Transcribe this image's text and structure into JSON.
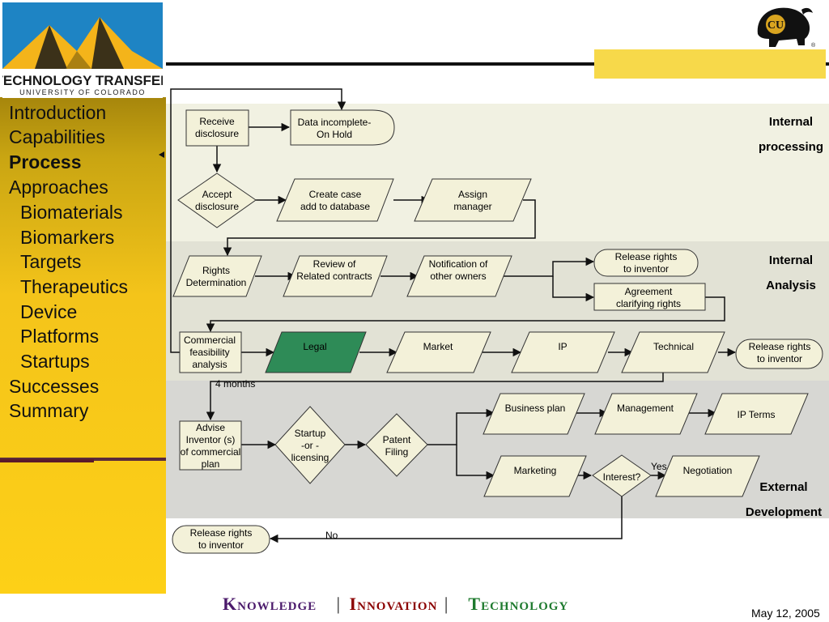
{
  "brand": {
    "logo_line1": "TECHNOLOGY TRANSFER",
    "logo_line2": "UNIVERSITY OF COLORADO",
    "emblem_text": "CU"
  },
  "nav": {
    "items": [
      {
        "label": "Introduction",
        "level": 0,
        "active": false
      },
      {
        "label": "Capabilities",
        "level": 0,
        "active": false
      },
      {
        "label": "Process",
        "level": 0,
        "active": true
      },
      {
        "label": "Approaches",
        "level": 0,
        "active": false
      },
      {
        "label": "Biomaterials",
        "level": 1,
        "active": false
      },
      {
        "label": "Biomarkers",
        "level": 1,
        "active": false
      },
      {
        "label": "Targets",
        "level": 1,
        "active": false
      },
      {
        "label": "Therapeutics",
        "level": 1,
        "active": false
      },
      {
        "label": "Device",
        "level": 1,
        "active": false
      },
      {
        "label": "Platforms",
        "level": 1,
        "active": false
      },
      {
        "label": "Startups",
        "level": 1,
        "active": false
      },
      {
        "label": "Successes",
        "level": 0,
        "active": false
      },
      {
        "label": "Summary",
        "level": 0,
        "active": false
      }
    ]
  },
  "sections": {
    "internal_processing": [
      "Internal",
      "processing"
    ],
    "internal_analysis": [
      "Internal",
      "Analysis"
    ],
    "external_development": [
      "External",
      "Development"
    ]
  },
  "nodes": {
    "receive": [
      "Receive",
      "disclosure"
    ],
    "incomplete": [
      "Data incomplete-",
      "On Hold"
    ],
    "accept": [
      "Accept",
      "disclosure"
    ],
    "create_case": [
      "Create case",
      "add to database"
    ],
    "assign": [
      "Assign",
      "manager"
    ],
    "rights": [
      "Rights",
      "Determination"
    ],
    "review": [
      "Review of",
      "Related contracts"
    ],
    "notification": [
      "Notification of",
      "other owners"
    ],
    "release1": [
      "Release rights",
      "to inventor"
    ],
    "agreement": [
      "Agreement",
      "clarifying rights"
    ],
    "commercial": [
      "Commercial",
      "feasibility",
      "analysis"
    ],
    "legal": [
      "Legal"
    ],
    "market": [
      "Market"
    ],
    "ip": [
      "IP"
    ],
    "technical": [
      "Technical"
    ],
    "release2": [
      "Release rights",
      "to inventor"
    ],
    "advise": [
      "Advise",
      "Inventor (s)",
      "of commercial",
      "plan"
    ],
    "startup": [
      "Startup",
      "-or -",
      "licensing"
    ],
    "patent": [
      "Patent",
      "Filing"
    ],
    "business_plan": [
      "Business plan"
    ],
    "management": [
      "Management"
    ],
    "ip_terms": [
      "IP Terms"
    ],
    "marketing": [
      "Marketing"
    ],
    "interest": [
      "Interest?"
    ],
    "negotiation": [
      "Negotiation"
    ],
    "release3": [
      "Release rights",
      "to inventor"
    ]
  },
  "edge_labels": {
    "months": "4 months",
    "yes": "Yes",
    "no": "No"
  },
  "colors": {
    "band_light": "#f1f1e2",
    "band_mid": "#e2e2d5",
    "band_dark": "#d7d7d3",
    "node_fill": "#f3f1d9",
    "node_highlight": "#2e8b57",
    "sidebar_gold": "#fdd017",
    "tagline_knowledge": "#4b1a6b",
    "tagline_innovation": "#8b0000",
    "tagline_technology": "#1e7a2e"
  },
  "footer": {
    "knowledge": "Knowledge",
    "sep1": "|",
    "innovation": "Innovation",
    "sep2": "|",
    "technology": "Technology",
    "date": "May 12, 2005"
  }
}
